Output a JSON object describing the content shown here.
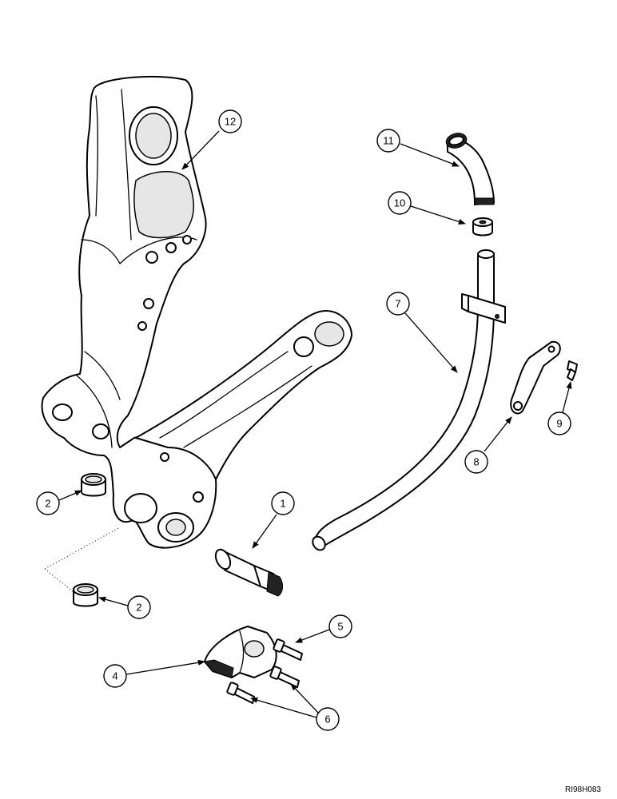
{
  "figure_code": "RI98H083",
  "callouts": [
    "1",
    "2",
    "2",
    "4",
    "5",
    "6",
    "7",
    "8",
    "9",
    "10",
    "11",
    "12"
  ],
  "colors": {
    "line": "#000000",
    "background": "#ffffff",
    "shade": "#e6e6e6"
  }
}
